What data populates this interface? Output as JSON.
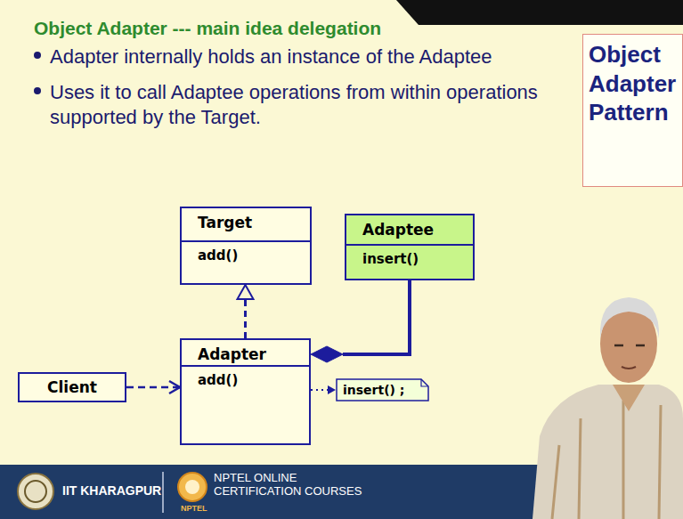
{
  "diagram": {
    "title": "Object Adapter --- main idea delegation",
    "nodes": [
      {
        "text": [
          "Object Adapter Pattern"
        ]
      },
      {
        "text": [
          "Target",
          "add()"
        ]
      },
      {
        "text": [
          "Adaptee",
          "insert()"
        ]
      },
      {
        "text": [
          "Client"
        ]
      },
      {
        "text": [
          "Adapter",
          "add()"
        ]
      },
      {
        "text": [
          "insert() ;"
        ]
      }
    ],
    "edges": [
      {
        "from": 4,
        "to": 1,
        "arrow": "to"
      },
      {
        "from": 2,
        "to": 4,
        "arrow": "to"
      },
      {
        "from": 3,
        "to": 4,
        "arrow": "to"
      },
      {
        "from": 4,
        "to": 5,
        "arrow": "to"
      }
    ],
    "labels": [
      "Adapter internally holds an instance of the Adaptee",
      "Uses it to call Adaptee operations from within operations supported by the Target.",
      "IIT KHARAGPUR",
      "NPTEL ONLINE CERTIFICATION COURSES",
      "NPTEL"
    ]
  }
}
